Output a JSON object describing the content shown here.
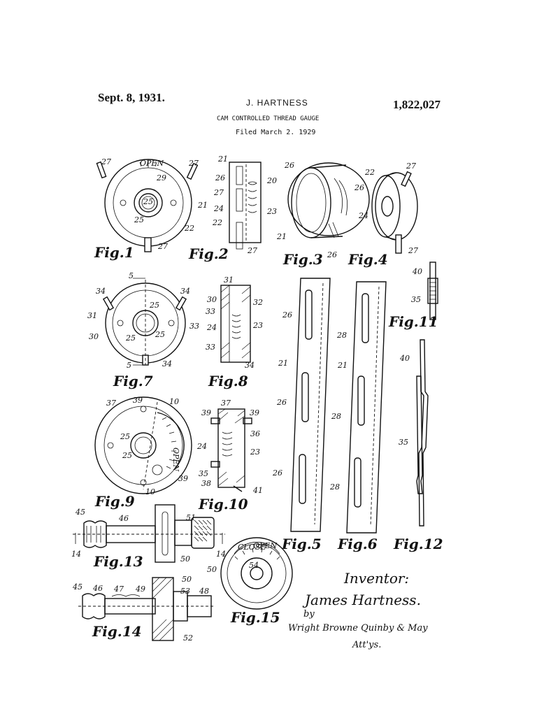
{
  "header": {
    "date": "Sept. 8, 1931.",
    "inventor_name": "J. HARTNESS",
    "patent_number": "1,822,027",
    "title": "CAM CONTROLLED THREAD GAUGE",
    "filed": "Filed March 2. 1929"
  },
  "figures": {
    "fig1": "Fig.1",
    "fig2": "Fig.2",
    "fig3": "Fig.3",
    "fig4": "Fig.4",
    "fig5": "Fig.5",
    "fig6": "Fig.6",
    "fig7": "Fig.7",
    "fig8": "Fig.8",
    "fig9": "Fig.9",
    "fig10": "Fig.10",
    "fig11": "Fig.11",
    "fig12": "Fig.12",
    "fig13": "Fig.13",
    "fig14": "Fig.14",
    "fig15": "Fig.15"
  },
  "dial_text": {
    "open": "OPEN",
    "close": "CLOSE"
  },
  "signature": {
    "label": "Inventor:",
    "name": "James Hartness.",
    "by": "by",
    "attorneys": "Wright Browne Quinby & May",
    "attys": "Att'ys."
  },
  "refs": {
    "r20": "20",
    "r21": "21",
    "r22": "22",
    "r23": "23",
    "r24": "24",
    "r25": "25",
    "r26": "26",
    "r27": "27",
    "r28": "28",
    "r29": "29",
    "r30": "30",
    "r31": "31",
    "r32": "32",
    "r33": "33",
    "r34": "34",
    "r35": "35",
    "r36": "36",
    "r37": "37",
    "r38": "38",
    "r39": "39",
    "r40": "40",
    "r41": "41",
    "r45": "45",
    "r46": "46",
    "r47": "47",
    "r48": "48",
    "r49": "49",
    "r50": "50",
    "r51": "51",
    "r52": "52",
    "r53": "53",
    "r54": "54",
    "r5": "5",
    "r10": "10",
    "r14": "14"
  }
}
